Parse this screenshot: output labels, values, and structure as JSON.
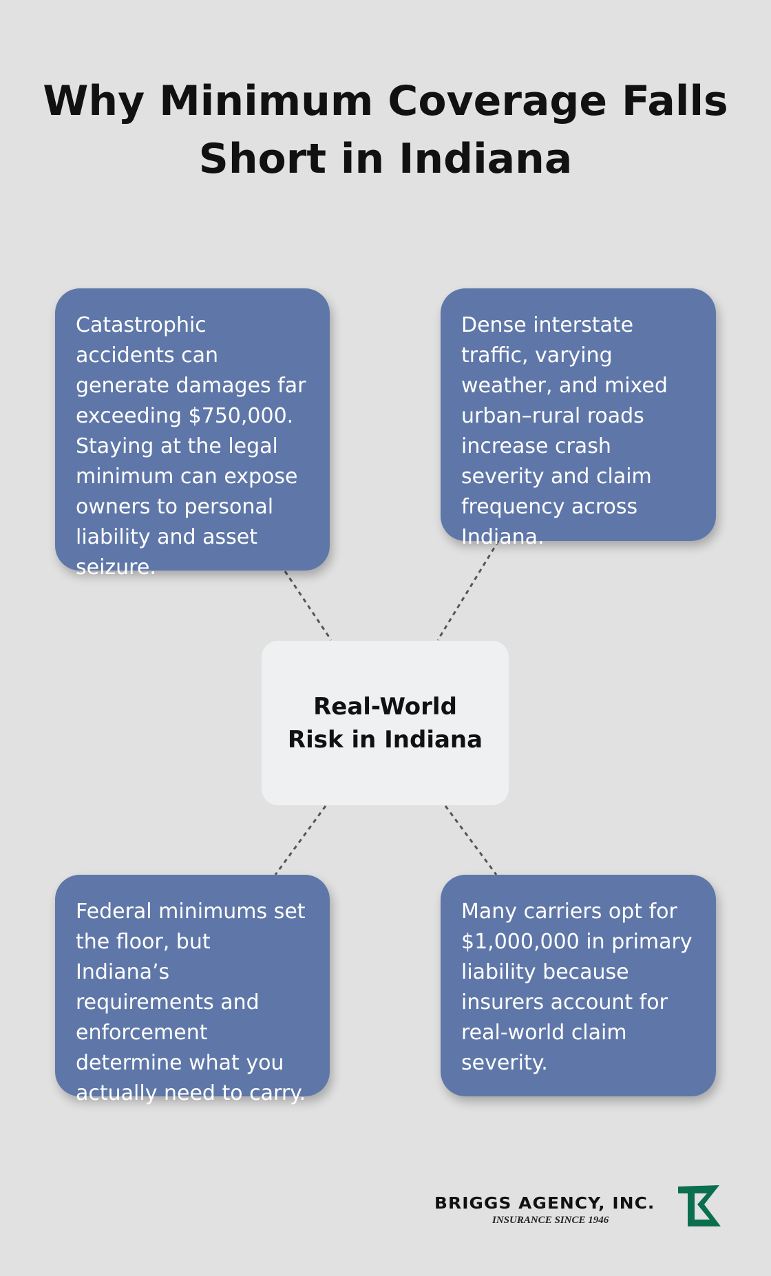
{
  "title": {
    "line1": "Why Minimum Coverage Falls",
    "line2": "Short in Indiana"
  },
  "center": {
    "label": "Real-World Risk in Indiana"
  },
  "boxes": [
    {
      "text": "Catastrophic accidents can generate damages far exceeding $750,000. Staying at the legal minimum can expose owners to personal liability and asset seizure."
    },
    {
      "text": "Dense interstate traffic, varying weather, and mixed urban–rural roads increase crash severity and claim frequency across Indiana."
    },
    {
      "text": "Federal minimums set the floor, but Indiana’s requirements and enforcement determine what you actually need to carry."
    },
    {
      "text": "Many carriers opt for $1,000,000 in primary liability because insurers account for real-world claim severity."
    }
  ],
  "logo": {
    "name": "BRIGGS AGENCY, INC.",
    "tagline": "INSURANCE SINCE 1946"
  },
  "colors": {
    "background": "#e0e1e0",
    "box": "#5f77a8",
    "center": "#eef0f2",
    "logo_green": "#0b6e4f"
  }
}
